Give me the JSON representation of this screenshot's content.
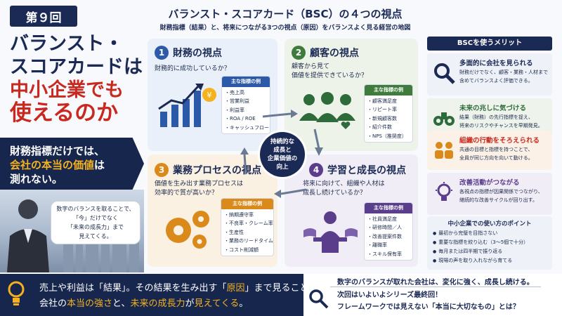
{
  "badge": "第９回",
  "title": {
    "line1": "バランスト・",
    "line2": "スコアカードは",
    "line3": "中小企業でも",
    "line4_red": "使えるのか"
  },
  "left_band": {
    "line1": "財務指標だけでは、",
    "line2_hl": "会社の本当の価値",
    "line2_tail": "は",
    "line3": "測れない。"
  },
  "bubble": [
    "数字のバランスを取ることで、",
    "「今」だけでなく",
    "「未来の成長力」まで",
    "見えてくる。"
  ],
  "header": {
    "title": "バランスト・スコアカード（BSC）の４つの視点",
    "subtitle": "財務指標（結果）と、将来につながる3つの視点（原因）をバランスよく見る経営の地図"
  },
  "kpi_header": "主な指標の例",
  "quadrants": {
    "finance": {
      "num": "1",
      "title": "財務の視点",
      "q": [
        "財務的に成功しているか？"
      ],
      "kpis": [
        "売上高",
        "営業利益",
        "利益率",
        "ROA / ROE",
        "キャッシュフロー"
      ]
    },
    "customer": {
      "num": "2",
      "title": "顧客の視点",
      "q": [
        "顧客から見て",
        "価値を提供できているか？"
      ],
      "kpis": [
        "顧客満足度",
        "リピート率",
        "新規顧客数",
        "紹介件数",
        "NPS（推奨度）"
      ]
    },
    "process": {
      "num": "3",
      "title": "業務プロセスの視点",
      "q": [
        "価値を生み出す業務プロセスは",
        "効率的で質が高いか？"
      ],
      "kpis": [
        "納期遵守率",
        "不良率・クレーム率",
        "生産性",
        "業務のリードタイム",
        "コスト削減額"
      ]
    },
    "learning": {
      "num": "4",
      "title": "学習と成長の視点",
      "q": [
        "将来に向けて、組織や人材は",
        "成長し続けているか？"
      ],
      "kpis": [
        "社員満足度",
        "研修時間／人",
        "改善提案件数",
        "離職率",
        "スキル保有率"
      ]
    }
  },
  "center": [
    "持続的な",
    "成長と",
    "企業価値の",
    "向上"
  ],
  "merits": {
    "header": "BSCを使うメリット",
    "items": [
      {
        "title": "多面的に会社を見られる",
        "desc": [
          "財務だけでなく、顧客・業務・人材まで",
          "含めてバランスよく評価できる。"
        ],
        "icon": "magnifier-icon",
        "color": "#1b2a55"
      },
      {
        "title": "未来の兆しに気づける",
        "desc": [
          "結果（財務）の先行指標を捉え、",
          "将来のリスクやチャンスを早期発見。"
        ],
        "icon": "binoculars-icon",
        "color": "#2e6b3a"
      },
      {
        "title": "組織の行動をそろえられる",
        "desc": [
          "共通の目標と指標を持つことで、",
          "全員が同じ方向を向いて動ける。"
        ],
        "icon": "team-icon",
        "color": "#c8281e"
      },
      {
        "title": "改善活動がつながる",
        "desc": [
          "各視点の指標が因果関係でつながり、",
          "継続的な改善サイクルが回り出す。"
        ],
        "icon": "bulb-icon",
        "color": "#5a3e8c"
      }
    ]
  },
  "tips": {
    "title": "中小企業での使い方のポイント",
    "items": [
      "最初から完璧を目指さない",
      "重要な指標を絞り込む（3～5個で十分）",
      "毎月または四半期で振り返る",
      "現場の声を取り入れながら育てる"
    ]
  },
  "footer": {
    "l1_a": "売上や利益は「結果」。その結果を生み出す「",
    "l1_b": "原因",
    "l1_c": "」まで見ることで、",
    "l2_a": "会社の",
    "l2_b": "本当の強さ",
    "l2_c": "と、",
    "l2_d": "未来の成長力",
    "l2_e": "が",
    "l2_f": "見えてくる",
    "l2_g": "。",
    "box1": "数字のバランスが取れた会社は、変化に強く、成長し続ける。",
    "box2": "次回はいよいよシリーズ最終回！",
    "box3": "フレームワークでは見えない「本当に大切なもの」とは？"
  },
  "colors": {
    "navy": "#1b2a55",
    "red": "#c8281e",
    "yellow": "#f5b21e",
    "finance": "#2d5aa8",
    "customer": "#3e7b3c",
    "process": "#d98a1a",
    "learning": "#5a3e8c"
  }
}
